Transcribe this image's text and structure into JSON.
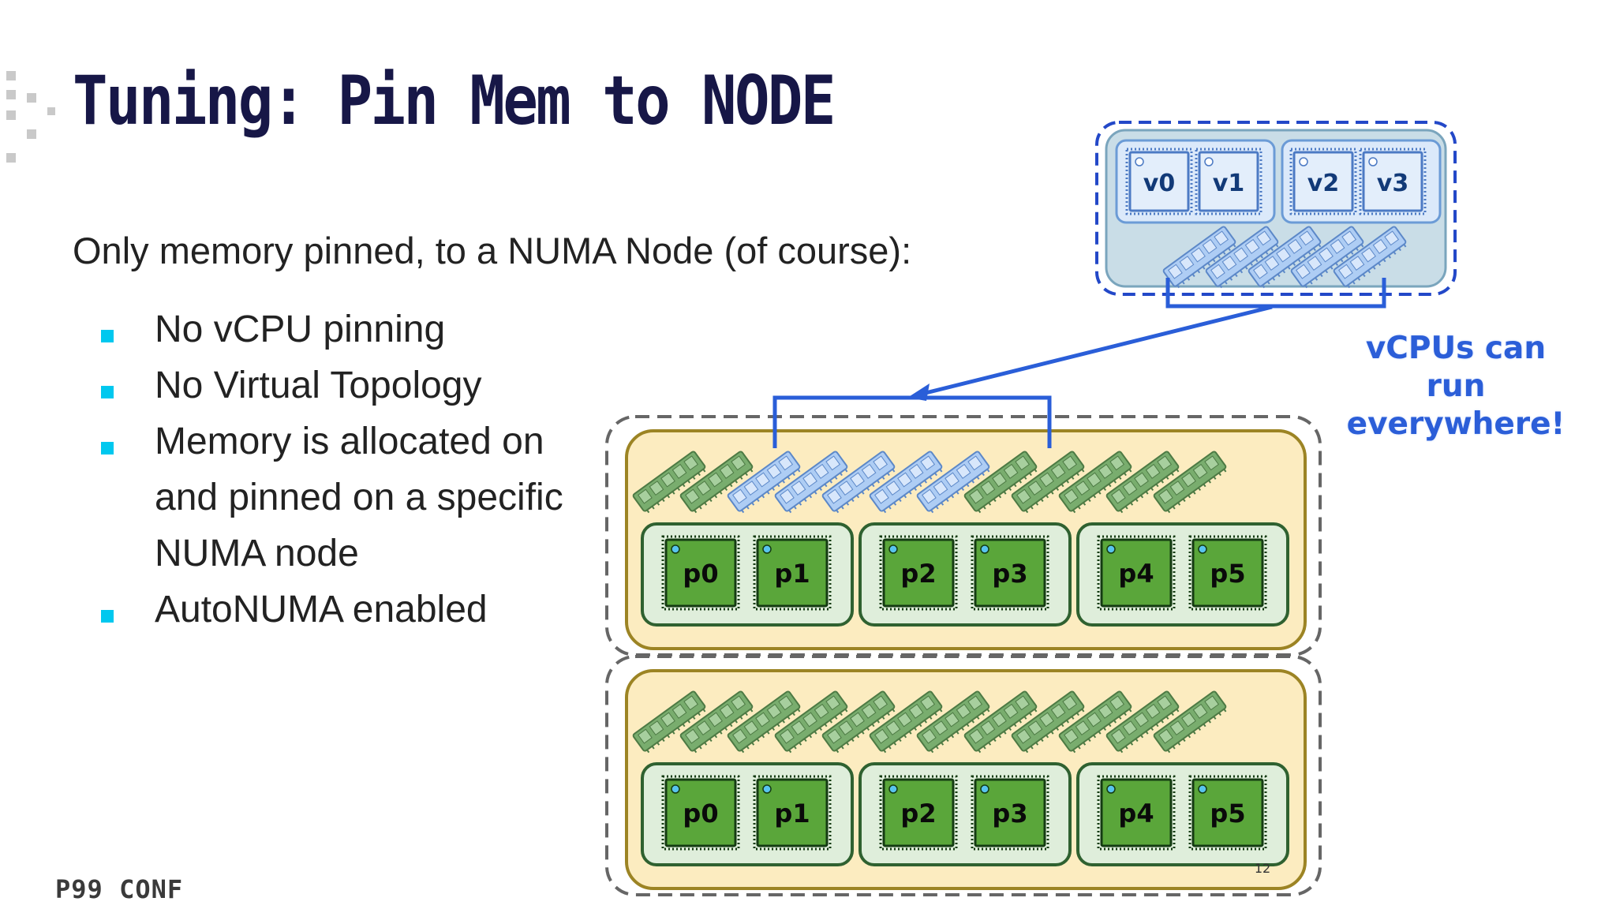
{
  "slide": {
    "title": "Tuning: Pin Mem to NODE",
    "intro": "Only memory pinned, to a NUMA Node (of course):",
    "bullets": [
      "No vCPU pinning",
      "No Virtual Topology",
      "Memory is allocated on and pinned on a specific NUMA node",
      "AutoNUMA enabled"
    ],
    "callout": "vCPUs can run everywhere!",
    "footer": "P99 CONF",
    "page_number": "12"
  },
  "vm": {
    "vcpus": [
      "v0",
      "v1",
      "v2",
      "v3"
    ],
    "ram_modules": 5
  },
  "host": {
    "nodes": [
      {
        "pcpus": [
          "p0",
          "p1",
          "p2",
          "p3",
          "p4",
          "p5"
        ],
        "ram_modules": 12,
        "pinned_ram_modules": [
          2,
          3,
          4,
          5,
          6
        ]
      },
      {
        "pcpus": [
          "p0",
          "p1",
          "p2",
          "p3",
          "p4",
          "p5"
        ],
        "ram_modules": 12,
        "pinned_ram_modules": []
      }
    ]
  },
  "colors": {
    "title": "#171747",
    "bullet": "#00c8ef",
    "accent_blue": "#2b5ed8",
    "node_fill": "#fcecc0",
    "node_border": "#9c8424",
    "socket_fill": "#dfeedb",
    "socket_border": "#2f6130",
    "chip_fill": "#5aa63a",
    "ram_green": "#79ad6e",
    "ram_blue": "#aecdf4",
    "vm_fill": "#c9dde7"
  }
}
